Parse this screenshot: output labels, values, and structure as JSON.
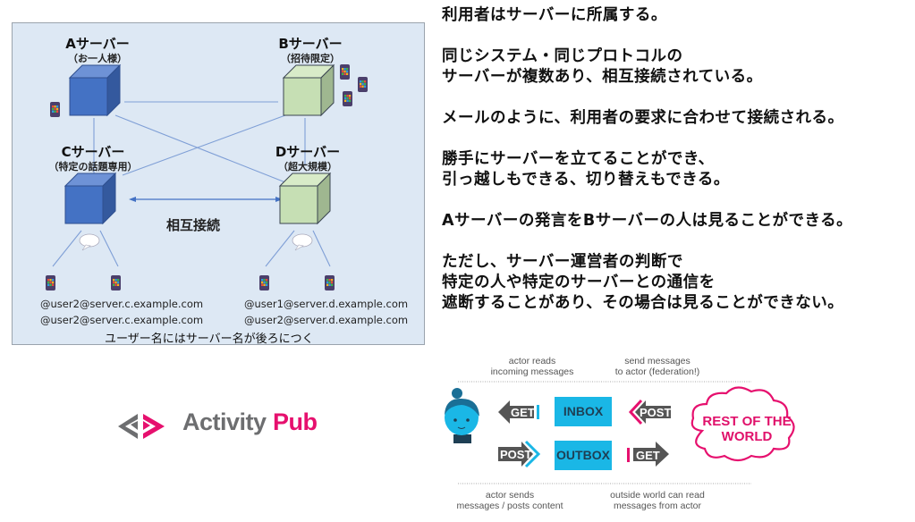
{
  "diagram": {
    "servers": [
      {
        "id": "A",
        "title": "Aサーバー",
        "subtitle": "（お一人様）",
        "cube_color": "#4472c4"
      },
      {
        "id": "B",
        "title": "Bサーバー",
        "subtitle": "（招待限定）",
        "cube_color": "#c6dfb4"
      },
      {
        "id": "C",
        "title": "Cサーバー",
        "subtitle": "（特定の話題専用）",
        "cube_color": "#4472c4"
      },
      {
        "id": "D",
        "title": "Dサーバー",
        "subtitle": "（超大規模）",
        "cube_color": "#c6dfb4"
      }
    ],
    "mutual_label": "相互接続",
    "addresses_c": [
      "@user2@server.c.example.com",
      "@user2@server.c.example.com"
    ],
    "addresses_d": [
      "@user1@server.d.example.com",
      "@user2@server.d.example.com"
    ],
    "caption": "ユーザー名にはサーバー名が後ろにつく"
  },
  "notes": [
    "利用者はサーバーに所属する。",
    "同じシステム・同じプロトコルの\nサーバーが複数あり、相互接続されている。",
    "メールのように、利用者の要求に合わせて接続される。",
    "勝手にサーバーを立てることができ、\n引っ越しもできる、切り替えもできる。",
    "Aサーバーの発言をBサーバーの人は見ることができる。",
    "ただし、サーバー運営者の判断で\n特定の人や特定のサーバーとの通信を\n遮断することがあり、その場合は見ることができない。"
  ],
  "logo": {
    "word1": "Activity",
    "word2": "Pub",
    "gray": "#6d6e70",
    "pink": "#e6106e"
  },
  "flow": {
    "top_left_caption": "actor reads\nincoming messages",
    "top_right_caption": "send messages\nto actor (federation!)",
    "bottom_left_caption": "actor sends\nmessages / posts content",
    "bottom_right_caption": "outside world can read\nmessages from actor",
    "inbox_label": "INBOX",
    "outbox_label": "OUTBOX",
    "get_left": "GET",
    "post_left": "POST",
    "post_right": "POST",
    "get_right": "GET",
    "cloud_text": "REST OF THE\nWORLD",
    "accent_blue": "#1ab7e6",
    "accent_pink": "#e6106e",
    "arrow_gray": "#555555"
  }
}
